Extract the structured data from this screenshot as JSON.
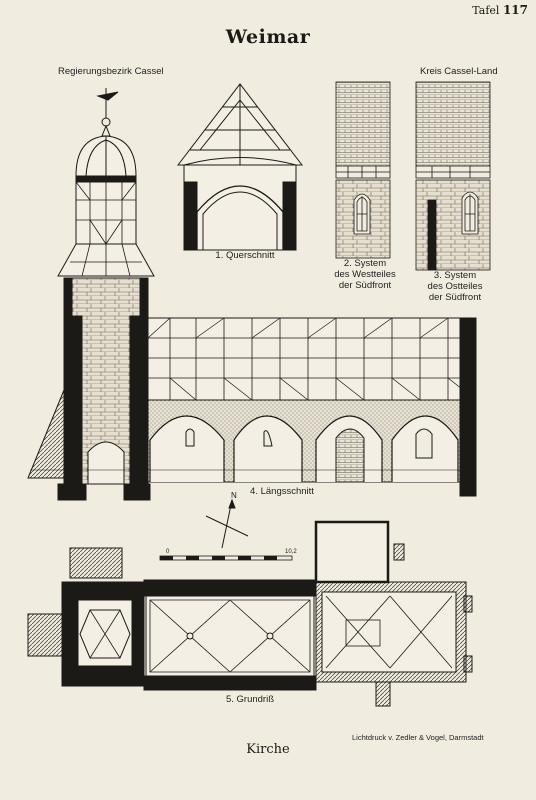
{
  "header": {
    "plate_word": "Tafel",
    "plate_number": "117",
    "title": "Weimar"
  },
  "regions": {
    "left": "Regierungsbezirk Cassel",
    "right": "Kreis Cassel-Land"
  },
  "captions": {
    "querschnitt": "1. Querschnitt",
    "westteil": [
      "2. System",
      "des Westteiles",
      "der Südfront"
    ],
    "ostteil": [
      "3. System",
      "des Ostteiles",
      "der Südfront"
    ],
    "laengsschnitt": "4. Längsschnitt",
    "grundriss": "5. Grundriß"
  },
  "scale": {
    "start": "0",
    "end": "10,2"
  },
  "north": "N",
  "footer": {
    "credit": "Lichtdruck v. Zedler & Vogel, Darmstadt",
    "subject": "Kirche"
  },
  "colors": {
    "paper": "#f1ece0",
    "ink": "#1c1a17",
    "wash": "#d9d2c2"
  }
}
